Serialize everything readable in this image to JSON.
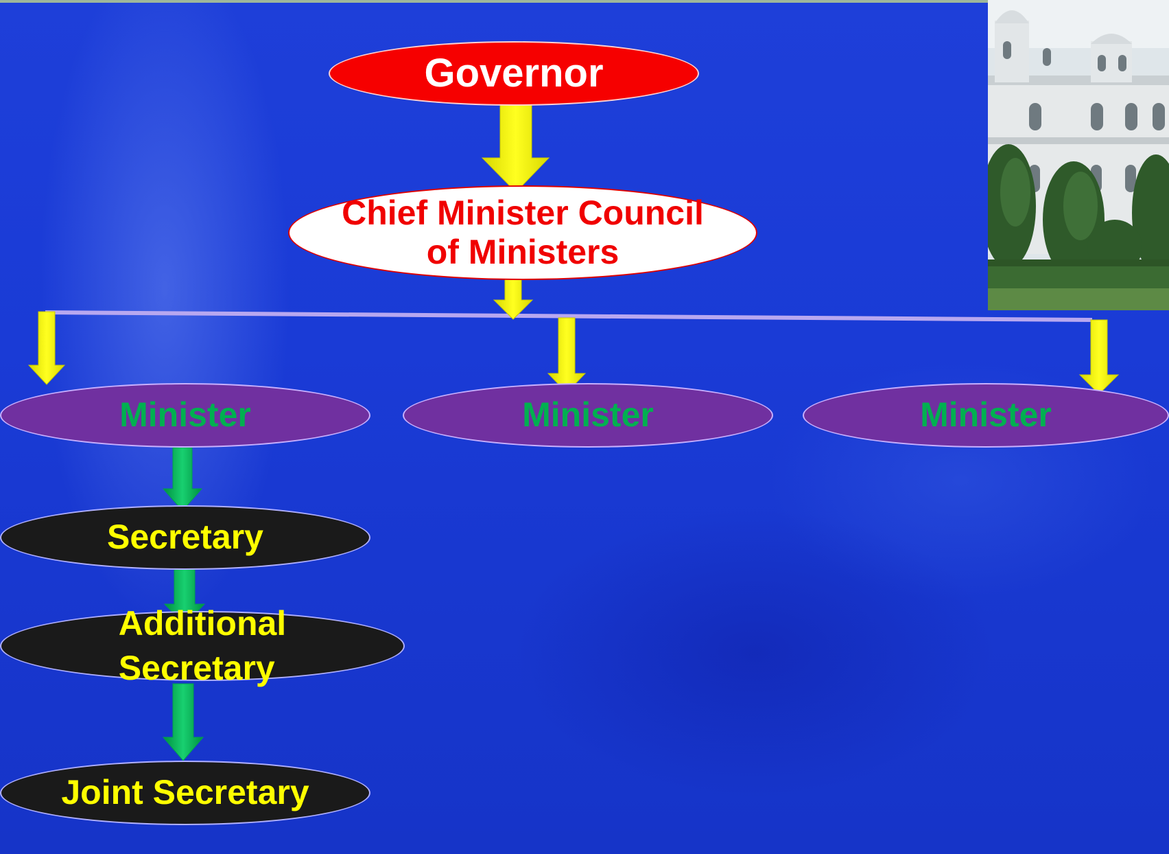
{
  "diagram": {
    "nodes": {
      "governor": "Governor",
      "chief_minister": "Chief Minister  Council\nof Ministers",
      "ministers": [
        "Minister",
        "Minister",
        "Minister"
      ],
      "secretary": "Secretary",
      "additional_secretary": "Additional\nSecretary",
      "joint_secretary": "Joint Secretary"
    },
    "edges": [
      [
        "governor",
        "chief_minister"
      ],
      [
        "chief_minister",
        "ministers.0"
      ],
      [
        "chief_minister",
        "ministers.1"
      ],
      [
        "chief_minister",
        "ministers.2"
      ],
      [
        "ministers.0",
        "secretary"
      ],
      [
        "secretary",
        "additional_secretary"
      ],
      [
        "additional_secretary",
        "joint_secretary"
      ]
    ],
    "colors": {
      "background": "#1a3bd6",
      "governor_fill": "#f60000",
      "chief_fill": "#ffffff",
      "chief_text": "#f00000",
      "minister_fill": "#7030a0",
      "minister_text": "#00b050",
      "staff_fill": "#1a1a1a",
      "staff_text": "#ffff00",
      "arrow_yellow": "#ffff00",
      "arrow_green": "#00b050"
    }
  },
  "photo": {
    "subject": "white colonial building with trees"
  }
}
